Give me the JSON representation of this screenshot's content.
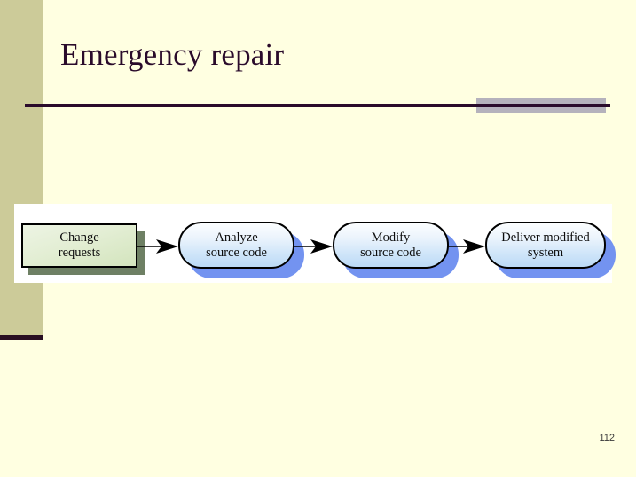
{
  "slide": {
    "title": "Emergency repair",
    "page_number": "112",
    "background_color": "#FFFFE1",
    "accent_bar_color": "#CCCB99",
    "rule_color": "#2A0B2B",
    "accent_block_color": "#B5B2BC"
  },
  "diagram": {
    "type": "flow",
    "nodes": [
      {
        "id": "change-requests",
        "label_line1": "Change",
        "label_line2": "requests",
        "shape": "rectangle",
        "fill": "#E3EED4",
        "shadow": "#6E8064"
      },
      {
        "id": "analyze-source",
        "label_line1": "Analyze",
        "label_line2": "source code",
        "shape": "rounded-rectangle",
        "fill": "#CFE5F9",
        "shadow": "#7393F0"
      },
      {
        "id": "modify-source",
        "label_line1": "Modify",
        "label_line2": "source code",
        "shape": "rounded-rectangle",
        "fill": "#CFE5F9",
        "shadow": "#7393F0"
      },
      {
        "id": "deliver-modified",
        "label_line1": "Deliver modified",
        "label_line2": "system",
        "shape": "rounded-rectangle",
        "fill": "#CFE5F9",
        "shadow": "#7393F0"
      }
    ],
    "edges": [
      {
        "from": "change-requests",
        "to": "analyze-source"
      },
      {
        "from": "analyze-source",
        "to": "modify-source"
      },
      {
        "from": "modify-source",
        "to": "deliver-modified"
      }
    ]
  }
}
